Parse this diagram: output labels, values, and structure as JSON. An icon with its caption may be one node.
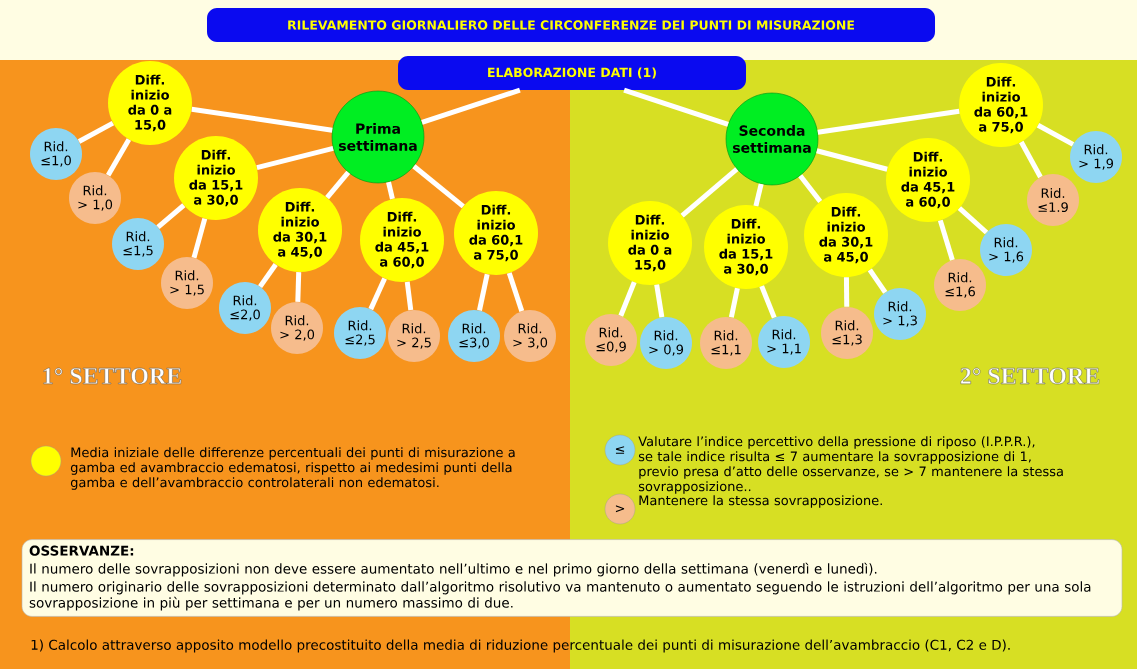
{
  "diagram": {
    "title": "RILEVAMENTO GIORNALIERO DELLE CIRCONFERENZE DEI PUNTI DI MISURAZIONE",
    "nodes": [
      {
        "text": [
          "ELABORAZIONE DATI (1)"
        ]
      },
      {
        "text": [
          "Prima settimana"
        ]
      },
      {
        "text": [
          "Diff. inizio da 0 a 15,0"
        ]
      },
      {
        "text": [
          "Diff. inizio da 15,1 a 30,0"
        ]
      },
      {
        "text": [
          "Diff. inizio da 30,1 a 45,0"
        ]
      },
      {
        "text": [
          "Diff. inizio da 45,1 a 60,0"
        ]
      },
      {
        "text": [
          "Diff. inizio da 60,1 a 75,0"
        ]
      },
      {
        "text": [
          "Rid. ≤1,0"
        ]
      },
      {
        "text": [
          "Rid. > 1,0"
        ]
      },
      {
        "text": [
          "Rid. ≤1,5"
        ]
      },
      {
        "text": [
          "Rid. > 1,5"
        ]
      },
      {
        "text": [
          "Rid. ≤2,0"
        ]
      },
      {
        "text": [
          "Rid. > 2,0"
        ]
      },
      {
        "text": [
          "Rid. ≤2,5"
        ]
      },
      {
        "text": [
          "Rid. > 2,5"
        ]
      },
      {
        "text": [
          "Rid. ≤3,0"
        ]
      },
      {
        "text": [
          "Rid. > 3,0"
        ]
      },
      {
        "text": [
          "Seconda settimana"
        ]
      },
      {
        "text": [
          "Diff. inizio da 0 a 15,0"
        ]
      },
      {
        "text": [
          "Diff. inizio da 15,1 a 30,0"
        ]
      },
      {
        "text": [
          "Diff. inizio da 30,1 a 45,0"
        ]
      },
      {
        "text": [
          "Diff. inizio da 45,1 a 60,0"
        ]
      },
      {
        "text": [
          "Diff. inizio da 60,1 a 75,0"
        ]
      },
      {
        "text": [
          "Rid. ≤0,9"
        ]
      },
      {
        "text": [
          "Rid. > 0,9"
        ]
      },
      {
        "text": [
          "Rid. ≤1,1"
        ]
      },
      {
        "text": [
          "Rid. > 1,1"
        ]
      },
      {
        "text": [
          "Rid. ≤1,3"
        ]
      },
      {
        "text": [
          "Rid. > 1,3"
        ]
      },
      {
        "text": [
          "Rid. ≤1,6"
        ]
      },
      {
        "text": [
          "Rid. > 1,6"
        ]
      },
      {
        "text": [
          "Rid. ≤1.9"
        ]
      },
      {
        "text": [
          "Rid. > 1,9"
        ]
      },
      {
        "text": [],
        "shape": "circle",
        "beside": [
          "Media iniziale delle differenze percentuali dei punti di misurazione a gamba ed avambraccio edematosi, rispetto ai medesimi punti della gamba e dell’avambraccio controlaterali non edematosi."
        ]
      },
      {
        "text": [
          "≤"
        ],
        "beside": [
          "Valutare l’indice percettivo della pressione di riposo (I.P.P.R.), se tale indice risulta ≤ 7 aumentare la sovrapposizione di 1, previo presa d’atto delle osservanze, se > 7 mantenere la stessa sovrapposizione.."
        ]
      },
      {
        "text": [
          ">"
        ],
        "beside": [
          "Mantenere la stessa sovrapposizione."
        ]
      },
      {
        "text": [
          "OSSERVANZE:",
          "Il numero delle sovrapposizioni non deve essere aumentato nell’ultimo e nel primo giorno della settimana (venerdì e lunedì).",
          "Il numero originario delle sovrapposizioni determinato dall’algoritmo risolutivo va mantenuto o aumentato seguendo le istruzioni dell’algoritmo per una sola sovrapposizione in più per settimana e per un numero massimo di due."
        ]
      }
    ],
    "edges": [
      {
        "from": 0,
        "to": 1,
        "arrow": "none"
      },
      {
        "from": 0,
        "to": 17,
        "arrow": "none"
      },
      {
        "from": 1,
        "to": 2,
        "arrow": "none"
      },
      {
        "from": 1,
        "to": 3,
        "arrow": "none"
      },
      {
        "from": 1,
        "to": 4,
        "arrow": "none"
      },
      {
        "from": 1,
        "to": 5,
        "arrow": "none"
      },
      {
        "from": 1,
        "to": 6,
        "arrow": "none"
      },
      {
        "from": 2,
        "to": 7,
        "arrow": "none"
      },
      {
        "from": 2,
        "to": 8,
        "arrow": "none"
      },
      {
        "from": 3,
        "to": 9,
        "arrow": "none"
      },
      {
        "from": 3,
        "to": 10,
        "arrow": "none"
      },
      {
        "from": 4,
        "to": 11,
        "arrow": "none"
      },
      {
        "from": 4,
        "to": 12,
        "arrow": "none"
      },
      {
        "from": 5,
        "to": 13,
        "arrow": "none"
      },
      {
        "from": 5,
        "to": 14,
        "arrow": "none"
      },
      {
        "from": 6,
        "to": 15,
        "arrow": "none"
      },
      {
        "from": 6,
        "to": 16,
        "arrow": "none"
      },
      {
        "from": 17,
        "to": 18,
        "arrow": "none"
      },
      {
        "from": 17,
        "to": 19,
        "arrow": "none"
      },
      {
        "from": 17,
        "to": 20,
        "arrow": "none"
      },
      {
        "from": 17,
        "to": 21,
        "arrow": "none"
      },
      {
        "from": 17,
        "to": 22,
        "arrow": "none"
      },
      {
        "from": 18,
        "to": 23,
        "arrow": "none"
      },
      {
        "from": 18,
        "to": 24,
        "arrow": "none"
      },
      {
        "from": 19,
        "to": 25,
        "arrow": "none"
      },
      {
        "from": 19,
        "to": 26,
        "arrow": "none"
      },
      {
        "from": 20,
        "to": 27,
        "arrow": "none"
      },
      {
        "from": 20,
        "to": 28,
        "arrow": "none"
      },
      {
        "from": 21,
        "to": 29,
        "arrow": "none"
      },
      {
        "from": 21,
        "to": 30,
        "arrow": "none"
      },
      {
        "from": 22,
        "to": 31,
        "arrow": "none"
      },
      {
        "from": 22,
        "to": 32,
        "arrow": "none"
      }
    ],
    "labels": [
      "1° SETTORE",
      "2° SETTORE",
      "1) Calcolo attraverso apposito modello precostituito della media di riduzione percentuale dei punti di misurazione dell’avambraccio (C1, C2 e D)."
    ]
  }
}
